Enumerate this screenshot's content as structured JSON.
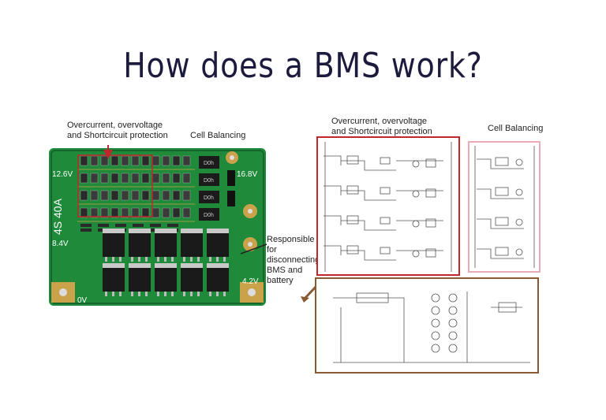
{
  "title": "How does a BMS work?",
  "pcb": {
    "label_protection": "Overcurrent, overvoltage\nand Shortcircuit protection",
    "label_balancing": "Cell Balancing",
    "label_disconnect": "Responsible\nfor\ndisconnecting\nBMS and\nbattery",
    "silk_12v6": "12.6V",
    "silk_16v8": "16.8V",
    "silk_8v4": "8.4V",
    "silk_4v2": "4.2V",
    "silk_0v": "0V",
    "silk_model": "4S 40A",
    "balance_resistor_text": "D0h",
    "colors": {
      "board": "#1f8a3a",
      "board_dark": "#15662a",
      "copper": "#c9a24a"
    }
  },
  "schematic": {
    "label_protection": "Overcurrent, overvoltage\nand Shortcircuit protection",
    "label_balancing": "Cell Balancing",
    "colors": {
      "protection_box": "#c0262b",
      "balancing_box": "#e9a9b5",
      "switch_box": "#8a5a32"
    }
  }
}
